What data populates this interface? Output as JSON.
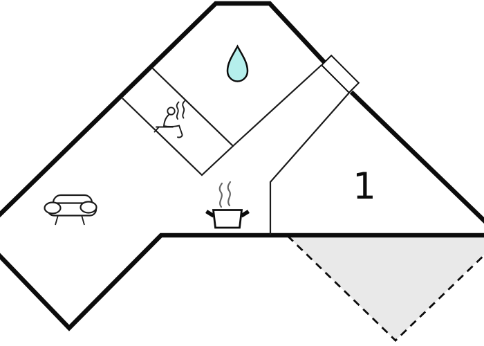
{
  "floorplan": {
    "rooms": {
      "bedroom_label": "1"
    },
    "colors": {
      "wall": "#0c0c0c",
      "interior_wall": "#1a1a1a",
      "water_drop_fill": "#b5efec",
      "terrace_fill": "#e9e9e9",
      "steam": "#666666",
      "background": "#ffffff",
      "icon_fill": "#ffffff"
    },
    "icons": {
      "bathroom": "water-drop-icon",
      "sauna": "sauna-icon",
      "living_room": "sofa-icon",
      "kitchen": "cooking-pot-icon",
      "entrance": "door-marker",
      "outdoor": "terrace-area"
    }
  }
}
